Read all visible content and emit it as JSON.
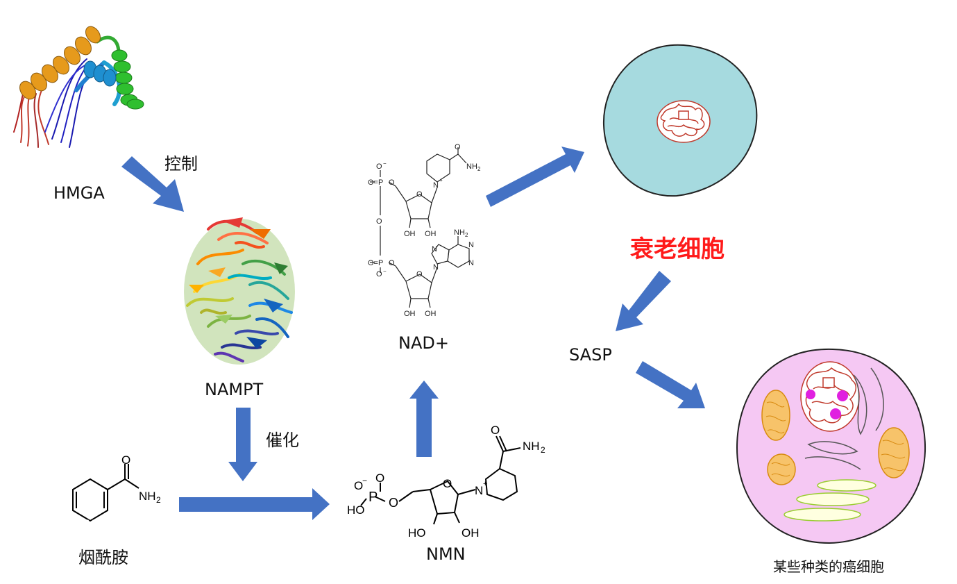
{
  "labels": {
    "hmga": "HMGA",
    "control": "控制",
    "nampt": "NAMPT",
    "catalysis": "催化",
    "nicotinamide": "烟酰胺",
    "nmn": "NMN",
    "nad": "NAD+",
    "senescent": "衰老细胞",
    "sasp": "SASP",
    "cancer": "某些种类的癌细胞"
  },
  "colors": {
    "arrow": "#4472c4",
    "senescent_text": "#ff1a1a",
    "senescent_cell": "#a6dadf",
    "cancer_cell": "#f5c8f3",
    "nucleus_red": "#c0392b",
    "organelle_orange": "#f0a830",
    "chromatin_magenta": "#e020e0"
  },
  "icons": {
    "hmga_structure": "protein-ribbon-icon",
    "nampt_structure": "protein-ribbon-icon",
    "nicotinamide_structure": "molecule-structure-icon",
    "nmn_structure": "molecule-structure-icon",
    "nad_structure": "molecule-structure-icon",
    "senescent_cell": "cell-icon",
    "cancer_cell": "cell-icon"
  }
}
